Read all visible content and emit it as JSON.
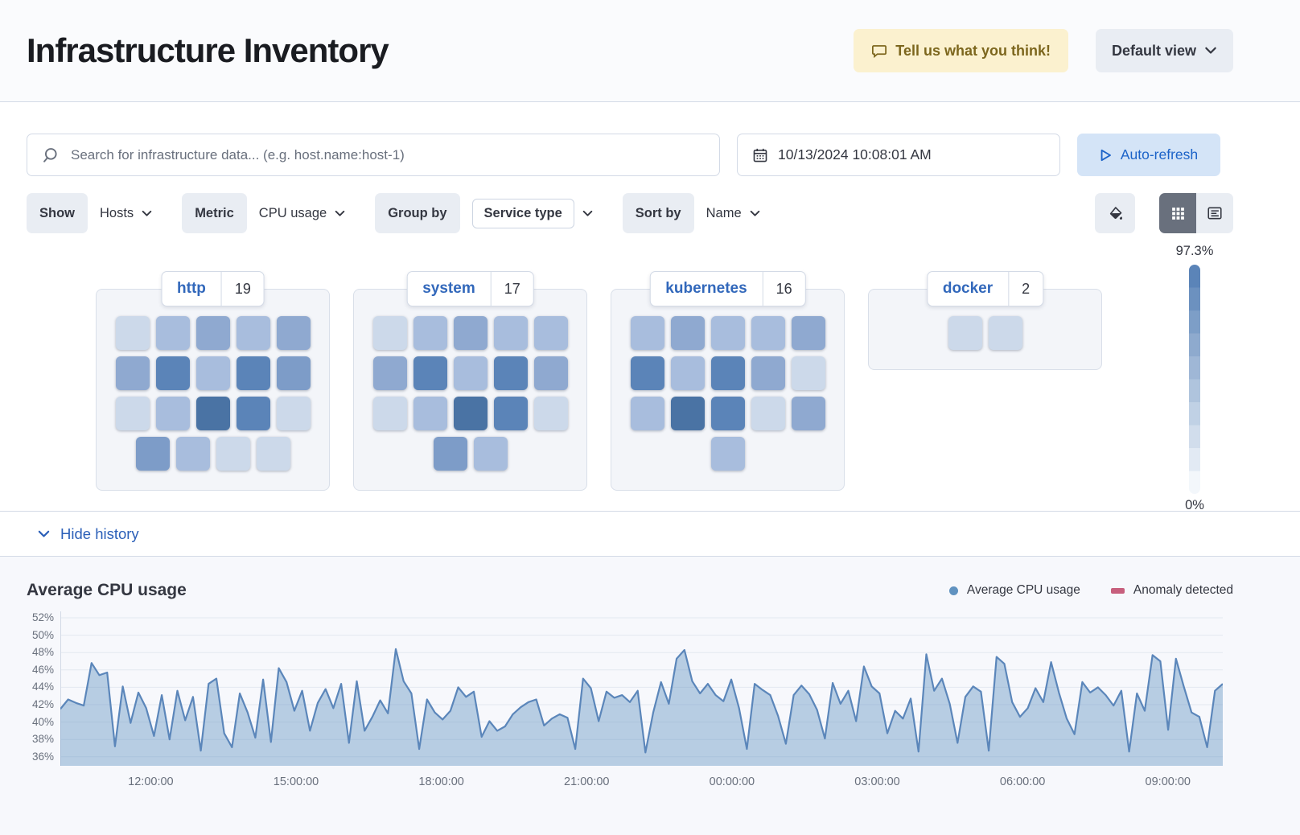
{
  "header": {
    "title": "Infrastructure Inventory",
    "feedback_label": "Tell us what you think!",
    "view_selector_label": "Default view"
  },
  "toolbar": {
    "search_placeholder": "Search for infrastructure data... (e.g. host.name:host-1)",
    "datetime": "10/13/2024 10:08:01 AM",
    "auto_refresh_label": "Auto-refresh",
    "filters": [
      {
        "label": "Show",
        "value": "Hosts"
      },
      {
        "label": "Metric",
        "value": "CPU usage"
      },
      {
        "label": "Group by",
        "value": "Service type"
      },
      {
        "label": "Sort by",
        "value": "Name"
      }
    ]
  },
  "waffle": {
    "palette": [
      "#ccd9ea",
      "#a8bddd",
      "#8fa9d0",
      "#7d9cc8",
      "#5b84b8",
      "#4a73a4"
    ],
    "groups": [
      {
        "name": "http",
        "count": "19",
        "rows": [
          [
            0,
            1,
            2,
            1,
            2
          ],
          [
            2,
            4,
            1,
            4,
            3
          ],
          [
            0,
            1,
            5,
            4,
            0
          ],
          [
            3,
            1,
            0,
            0
          ]
        ]
      },
      {
        "name": "system",
        "count": "17",
        "rows": [
          [
            0,
            1,
            2,
            1,
            1
          ],
          [
            2,
            4,
            1,
            4,
            2
          ],
          [
            0,
            1,
            5,
            4,
            0
          ],
          [
            3,
            1
          ]
        ]
      },
      {
        "name": "kubernetes",
        "count": "16",
        "rows": [
          [
            1,
            2,
            1,
            1,
            2
          ],
          [
            4,
            1,
            4,
            2,
            0
          ],
          [
            1,
            5,
            4,
            0,
            2
          ],
          [
            1
          ]
        ]
      },
      {
        "name": "docker",
        "count": "2",
        "rows": [
          [
            0,
            0
          ]
        ]
      }
    ],
    "legend": {
      "max": "97.3%",
      "min": "0%",
      "top_color": "#5b84b8",
      "bottom_color": "#f3f7fb",
      "steps": 10
    }
  },
  "history": {
    "toggle_label": "Hide history"
  },
  "chart_data": {
    "type": "area",
    "title": "Average CPU usage",
    "legend": [
      {
        "label": "Average CPU usage",
        "color": "#6092c0",
        "marker": "dot"
      },
      {
        "label": "Anomaly detected",
        "color": "#c75f7d",
        "marker": "rect"
      }
    ],
    "line_color": "#5b86ba",
    "fill_color": "rgba(96,146,192,0.42)",
    "axis": {
      "ymin": 36,
      "ymax": 52,
      "step": 2,
      "unit": "%"
    },
    "x_ticks": [
      {
        "label": "12:00:00",
        "frac": 0.0778
      },
      {
        "label": "15:00:00",
        "frac": 0.2028
      },
      {
        "label": "18:00:00",
        "frac": 0.3278
      },
      {
        "label": "21:00:00",
        "frac": 0.4528
      },
      {
        "label": "00:00:00",
        "frac": 0.5778
      },
      {
        "label": "03:00:00",
        "frac": 0.7028
      },
      {
        "label": "06:00:00",
        "frac": 0.8278
      },
      {
        "label": "09:00:00",
        "frac": 0.9528
      }
    ],
    "values": [
      41.5,
      42.6,
      42.2,
      41.9,
      46.8,
      45.4,
      45.7,
      37.2,
      44.1,
      39.9,
      43.4,
      41.6,
      38.4,
      43.1,
      38.0,
      43.6,
      40.2,
      42.9,
      36.7,
      44.4,
      45.0,
      38.7,
      37.1,
      43.3,
      41.1,
      38.2,
      44.9,
      37.7,
      46.2,
      44.6,
      41.3,
      43.6,
      39.0,
      42.2,
      43.8,
      41.6,
      44.4,
      37.6,
      44.7,
      39.0,
      40.6,
      42.5,
      41.0,
      48.4,
      44.7,
      43.3,
      36.9,
      42.6,
      41.1,
      40.3,
      41.3,
      44.0,
      42.9,
      43.5,
      38.3,
      40.1,
      39.0,
      39.5,
      40.9,
      41.7,
      42.3,
      42.6,
      39.6,
      40.4,
      40.9,
      40.5,
      36.9,
      45.0,
      43.9,
      40.1,
      43.5,
      42.8,
      43.1,
      42.3,
      43.6,
      36.5,
      41.1,
      44.6,
      42.1,
      47.3,
      48.3,
      44.7,
      43.3,
      44.4,
      43.1,
      42.4,
      44.9,
      41.6,
      36.9,
      44.4,
      43.7,
      43.1,
      40.7,
      37.5,
      43.1,
      44.2,
      43.2,
      41.4,
      38.1,
      44.5,
      42.1,
      43.6,
      40.1,
      46.4,
      44.1,
      43.3,
      38.7,
      41.3,
      40.4,
      42.7,
      36.6,
      47.8,
      43.6,
      45.0,
      42.1,
      37.6,
      42.9,
      44.1,
      43.5,
      36.7,
      47.5,
      46.7,
      42.3,
      40.6,
      41.6,
      43.9,
      42.3,
      46.9,
      43.4,
      40.4,
      38.6,
      44.6,
      43.4,
      44.0,
      43.1,
      41.9,
      43.6,
      36.6,
      43.3,
      41.3,
      47.7,
      47.0,
      39.1,
      47.3,
      44.1,
      41.1,
      40.6,
      37.1,
      43.6,
      44.4
    ]
  }
}
